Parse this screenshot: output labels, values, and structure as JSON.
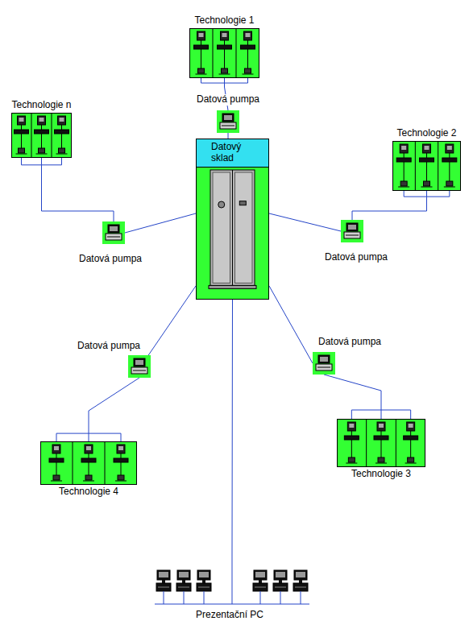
{
  "diagram": {
    "nodes": [
      {
        "text": [
          "Technologie 1"
        ]
      },
      {
        "text": [
          "Datová pumpa"
        ]
      },
      {
        "text": [
          "Technologie n"
        ]
      },
      {
        "text": [
          "Technologie 2"
        ]
      },
      {
        "text": [
          "Datová pumpa"
        ]
      },
      {
        "text": [
          "Datová pumpa"
        ]
      },
      {
        "text": [
          "Datový sklad"
        ]
      },
      {
        "text": [
          "Datová pumpa"
        ]
      },
      {
        "text": [
          "Datová pumpa"
        ]
      },
      {
        "text": [
          "Technologie 4"
        ]
      },
      {
        "text": [
          "Technologie 3"
        ]
      },
      {
        "text": [
          "Prezentační PC"
        ]
      }
    ],
    "edges": [
      {
        "from": 0,
        "to": 1,
        "arrow": "none"
      },
      {
        "from": 1,
        "to": 6,
        "arrow": "none"
      },
      {
        "from": 2,
        "to": 4,
        "arrow": "none"
      },
      {
        "from": 4,
        "to": 6,
        "arrow": "none"
      },
      {
        "from": 3,
        "to": 5,
        "arrow": "none"
      },
      {
        "from": 5,
        "to": 6,
        "arrow": "none"
      },
      {
        "from": 9,
        "to": 7,
        "arrow": "none"
      },
      {
        "from": 7,
        "to": 6,
        "arrow": "none"
      },
      {
        "from": 10,
        "to": 8,
        "arrow": "none"
      },
      {
        "from": 8,
        "to": 6,
        "arrow": "none"
      },
      {
        "from": 6,
        "to": 11,
        "arrow": "none"
      }
    ]
  }
}
